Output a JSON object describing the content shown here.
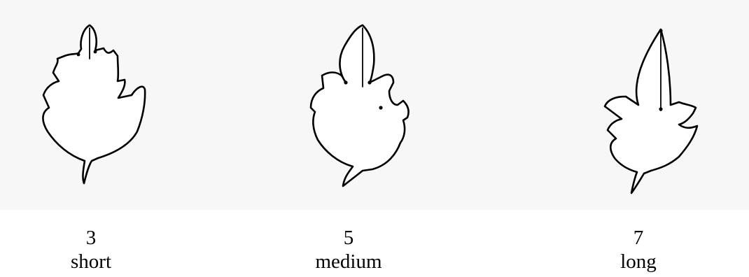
{
  "panels": [
    {
      "score": "3",
      "label": "short"
    },
    {
      "score": "5",
      "label": "medium"
    },
    {
      "score": "7",
      "label": "long"
    }
  ],
  "colors": {
    "ink": "#000000",
    "paper": "#f7f7f7",
    "leaf_fill": "#ffffff"
  }
}
